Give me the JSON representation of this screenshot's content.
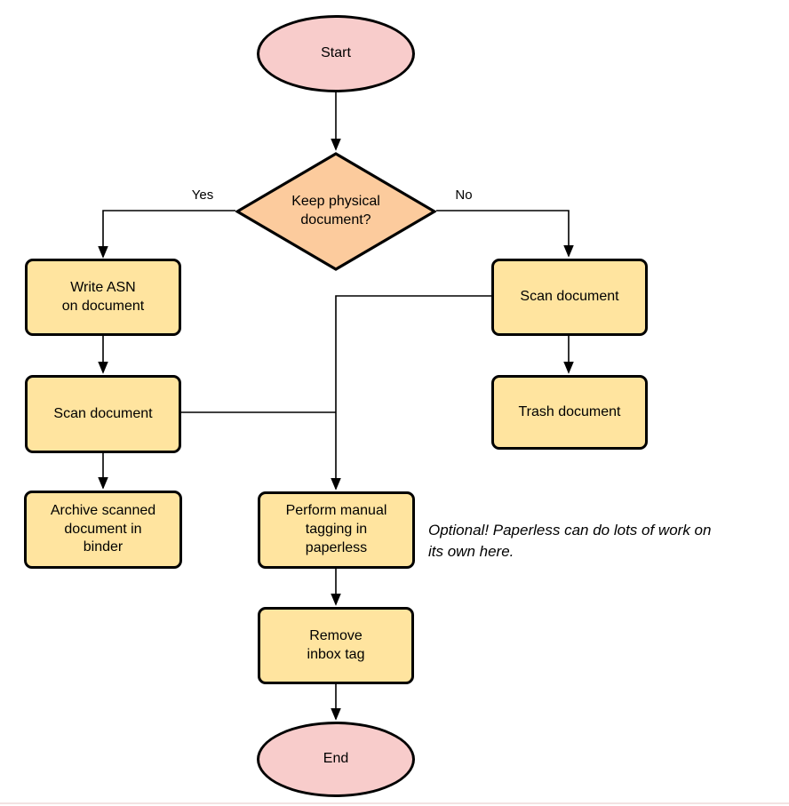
{
  "diagram": {
    "nodes": {
      "start": {
        "label": "Start"
      },
      "decision": {
        "label": "Keep physical\ndocument?"
      },
      "write_asn": {
        "label": "Write ASN\non document"
      },
      "scan_left": {
        "label": "Scan document"
      },
      "archive": {
        "label": "Archive scanned\ndocument in\nbinder"
      },
      "scan_right": {
        "label": "Scan document"
      },
      "trash": {
        "label": "Trash document"
      },
      "tagging": {
        "label": "Perform manual\ntagging in\npaperless"
      },
      "remove_inbox": {
        "label": "Remove\ninbox tag"
      },
      "end": {
        "label": "End"
      }
    },
    "edge_labels": {
      "yes": "Yes",
      "no": "No"
    },
    "annotation": "Optional! Paperless can do lots of work on\nits own here.",
    "colors": {
      "background": "#ffffff",
      "terminator_fill": "#f8cccb",
      "decision_fill": "#fccb9d",
      "process_fill": "#ffe49f",
      "stroke": "#000000",
      "bottom_rule": "#f2e2e2"
    }
  }
}
